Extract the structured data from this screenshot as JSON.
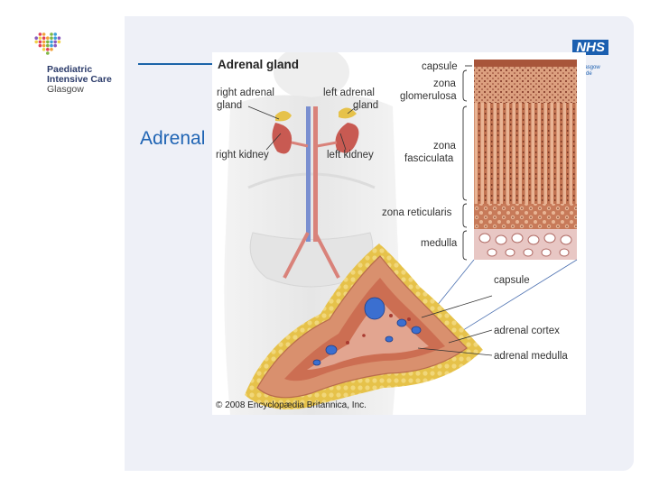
{
  "slide": {
    "title_fragment": "Adrenal"
  },
  "branding": {
    "logo_line1": "Paediatric",
    "logo_line2": "Intensive Care",
    "logo_line3": "Glasgow",
    "nhs_badge": "NHS",
    "nhs_sub1": "lasgow",
    "nhs_sub2": "yde"
  },
  "figure": {
    "title": "Adrenal gland",
    "labels": {
      "right_adrenal_gland_1": "right adrenal",
      "right_adrenal_gland_2": "gland",
      "left_adrenal_gland_1": "left adrenal",
      "left_adrenal_gland_2": "gland",
      "right_kidney": "right kidney",
      "left_kidney": "left kidney",
      "capsule_top": "capsule",
      "zona_glomerulosa_1": "zona",
      "zona_glomerulosa_2": "glomerulosa",
      "zona_fasciculata_1": "zona",
      "zona_fasciculata_2": "fasciculata",
      "zona_reticularis": "zona reticularis",
      "medulla": "medulla",
      "capsule": "capsule",
      "adrenal_cortex": "adrenal cortex",
      "adrenal_medulla": "adrenal medulla"
    },
    "copyright": "© 2008 Encyclopædia Britannica, Inc.",
    "colors": {
      "cortex": "#d9906e",
      "fat": "#e6c24a",
      "medulla_vessel": "#3b6fd0",
      "kidney": "#c85a52",
      "histology_dark": "#a8553a",
      "histology_light": "#e9b494"
    }
  }
}
